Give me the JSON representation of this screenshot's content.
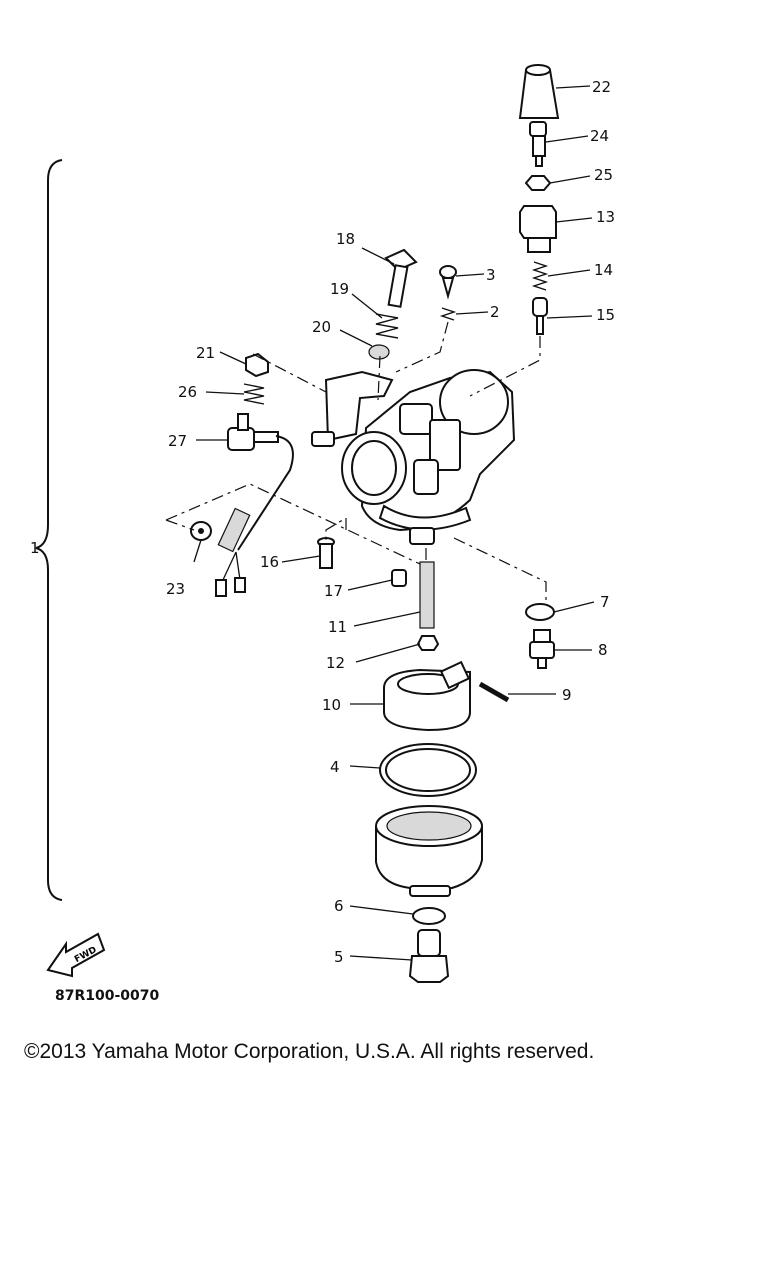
{
  "diagram": {
    "reference_code": "87R100-0070",
    "direction_label": "FWD",
    "assembly_label": "1",
    "callouts": [
      "2",
      "3",
      "4",
      "5",
      "6",
      "7",
      "8",
      "9",
      "10",
      "11",
      "12",
      "13",
      "14",
      "15",
      "16",
      "17",
      "18",
      "19",
      "20",
      "21",
      "22",
      "23",
      "24",
      "25",
      "26",
      "27"
    ]
  },
  "footer": {
    "copyright": "©2013 Yamaha Motor Corporation, U.S.A. All rights reserved."
  }
}
